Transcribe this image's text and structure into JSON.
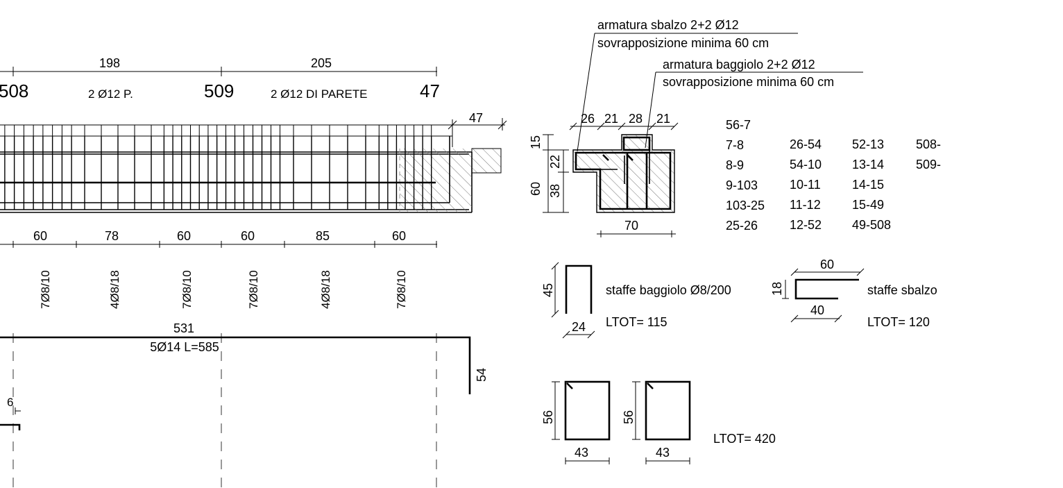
{
  "beam": {
    "top_dims": [
      "198",
      "205"
    ],
    "nodes": [
      "508",
      "509",
      "47"
    ],
    "bar_notes": [
      "2 Ø12 P.",
      "2 Ø12 DI PARETE"
    ],
    "overhang_dim": "47",
    "bottom_dims": [
      "60",
      "78",
      "60",
      "60",
      "85",
      "60"
    ],
    "stirrups": [
      "7Ø8/10",
      "4Ø8/18",
      "7Ø8/10",
      "7Ø8/10",
      "4Ø8/18",
      "7Ø8/10"
    ]
  },
  "bottom_bar": {
    "length_dim": "531",
    "label": "5Ø14 L=585",
    "end_hook": "54",
    "left_hook": "6"
  },
  "section": {
    "note1_line1": "armatura sbalzo 2+2 Ø12",
    "note1_line2": "sovrapposizione minima 60 cm",
    "note2_line1": "armatura baggiolo 2+2 Ø12",
    "note2_line2": "sovrapposizione minima 60 cm",
    "top_dims": [
      "26",
      "21",
      "28",
      "21"
    ],
    "left_dims": [
      "15",
      "22",
      "60",
      "38"
    ],
    "width_dim": "70"
  },
  "spans_table": {
    "col1": [
      "56-7",
      "7-8",
      "8-9",
      "9-103",
      "103-25",
      "25-26"
    ],
    "col2": [
      "26-54",
      "54-10",
      "10-11",
      "11-12",
      "12-52"
    ],
    "col3": [
      "52-13",
      "13-14",
      "14-15",
      "15-49",
      "49-508"
    ],
    "col4": [
      "508-",
      "509-"
    ]
  },
  "stirrup_baggiolo": {
    "height": "45",
    "width": "24",
    "label": "staffe baggiolo Ø8/200",
    "ltot": "LTOT= 115"
  },
  "stirrup_sbalzo": {
    "top": "60",
    "height": "18",
    "bottom": "40",
    "label": "staffe sbalzo",
    "ltot": "LTOT= 120"
  },
  "closed_stirrups": {
    "heights": [
      "56",
      "56"
    ],
    "widths": [
      "43",
      "43"
    ],
    "ltot": "LTOT= 420"
  }
}
